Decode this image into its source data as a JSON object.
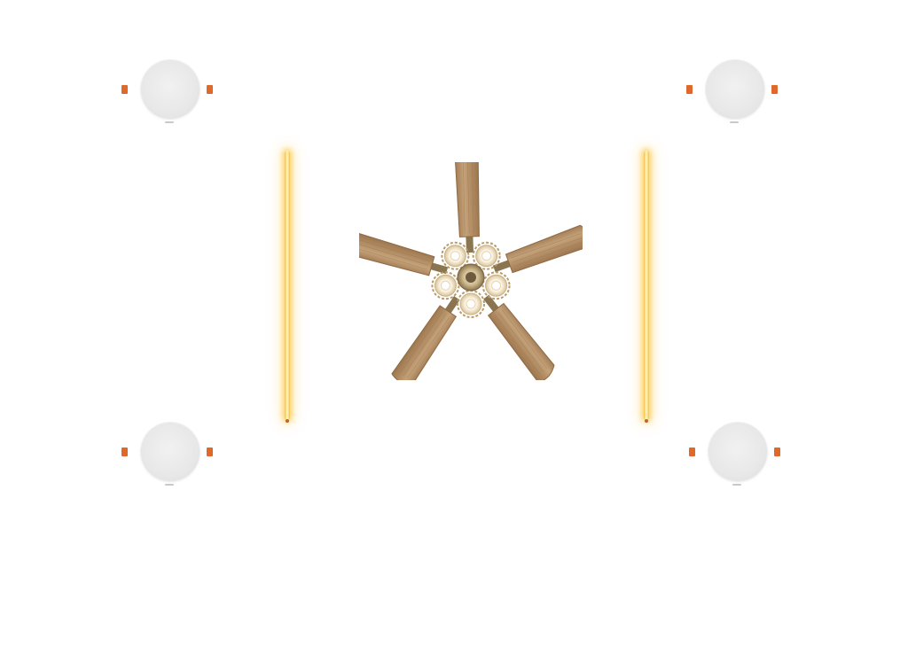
{
  "scene": {
    "background_color": "#ffffff",
    "downlights": [
      {
        "name": "top-left"
      },
      {
        "name": "top-right"
      },
      {
        "name": "bottom-left"
      },
      {
        "name": "bottom-right"
      }
    ],
    "downlight_colors": {
      "panel": "#e8e8e8",
      "clip": "#e1682b"
    },
    "led_strips": [
      {
        "name": "left"
      },
      {
        "name": "right"
      }
    ],
    "led_color": "#f2c24b",
    "fan": {
      "blade_count": 5,
      "light_count": 5,
      "blade_color": "#b8946a",
      "housing_color": "#d9c7a0"
    }
  }
}
